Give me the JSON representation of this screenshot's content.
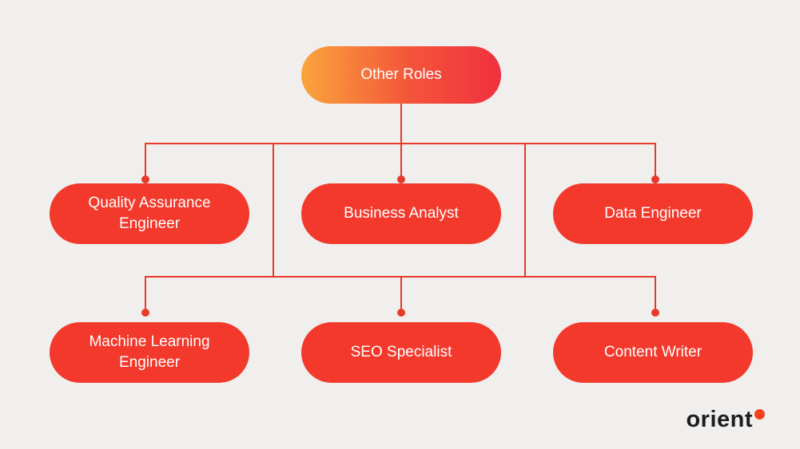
{
  "root": {
    "label": "Other Roles"
  },
  "roles": [
    {
      "label": "Quality Assurance Engineer"
    },
    {
      "label": "Business Analyst"
    },
    {
      "label": "Data Engineer"
    },
    {
      "label": "Machine Learning Engineer"
    },
    {
      "label": "SEO Specialist"
    },
    {
      "label": "Content Writer"
    }
  ],
  "brand": {
    "name": "orient"
  },
  "colors": {
    "background": "#f0efed",
    "pill_red": "#f2392c",
    "line_red": "#e73a2b",
    "root_gradient_start": "#f9a43c",
    "root_gradient_end": "#f0303f",
    "brand_text": "#1d1d1f",
    "brand_dot": "#f4421c"
  }
}
